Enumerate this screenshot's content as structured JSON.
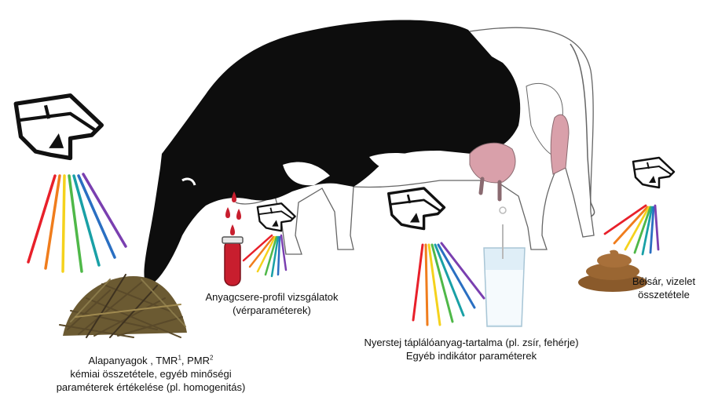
{
  "labels": {
    "feed": {
      "line1_a": "Alapanyagok , TMR",
      "line1_sup1": "1",
      "line1_b": ", PMR",
      "line1_sup2": "2",
      "line2": "kémiai összetétele, egyéb minőségi",
      "line3": "paraméterek értékelése (pl. homogenitás)"
    },
    "blood": {
      "line1": "Anyagcsere-profil vizsgálatok",
      "line2": "(vérparaméterek)"
    },
    "milk": {
      "line1": "Nyerstej táplálóanyag-tartalma (pl. zsír, fehérje)",
      "line2": "Egyéb indikátor paraméterek"
    },
    "manure": {
      "line1": "Bélsár, vizelet",
      "line2": "összetétele"
    }
  },
  "colors": {
    "cow_black": "#0d0d0d",
    "udder_pink": "#d9a0aa",
    "blood_red": "#c81e2e",
    "manure_brown": "#8a5a2b",
    "hay_brown": "#5a4a2a",
    "milk_blue": "#dfeef7",
    "spectrum": [
      "#e8202a",
      "#f07d1c",
      "#f5d21c",
      "#4fb848",
      "#19a0a6",
      "#2a6fc2",
      "#7a3fb0"
    ]
  },
  "icons": [
    "spectrometer-icon",
    "cow-illustration",
    "hay-pile-icon",
    "blood-tube-icon",
    "milk-glass-icon",
    "manure-icon",
    "blood-drops-icon"
  ]
}
